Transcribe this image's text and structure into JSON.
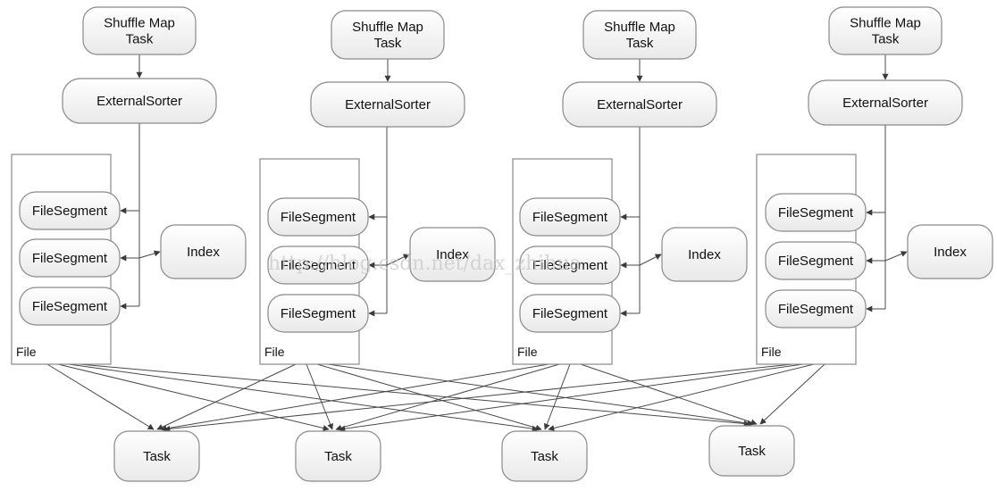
{
  "columns": [
    {
      "map_task": "Shuffle Map\nTask",
      "sorter": "ExternalSorter",
      "file": "File",
      "segments": [
        "FileSegment",
        "FileSegment",
        "FileSegment"
      ],
      "index": "Index"
    },
    {
      "map_task": "Shuffle Map\nTask",
      "sorter": "ExternalSorter",
      "file": "File",
      "segments": [
        "FileSegment",
        "FileSegment",
        "FileSegment"
      ],
      "index": "Index"
    },
    {
      "map_task": "Shuffle Map\nTask",
      "sorter": "ExternalSorter",
      "file": "File",
      "segments": [
        "FileSegment",
        "FileSegment",
        "FileSegment"
      ],
      "index": "Index"
    },
    {
      "map_task": "Shuffle Map\nTask",
      "sorter": "ExternalSorter",
      "file": "File",
      "segments": [
        "FileSegment",
        "FileSegment",
        "FileSegment"
      ],
      "index": "Index"
    }
  ],
  "reduce_tasks": [
    "Task",
    "Task",
    "Task",
    "Task"
  ],
  "watermark": "http://blog.csdn.net/dax_zhihua"
}
